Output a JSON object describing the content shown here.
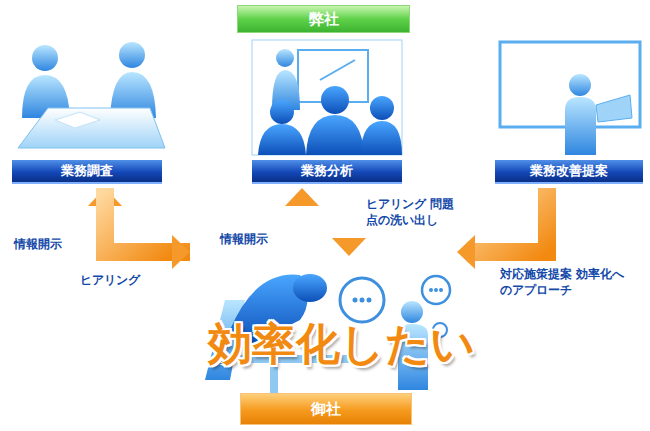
{
  "diagram": {
    "nodes": [
      {
        "text": [
          "弊社"
        ]
      },
      {
        "text": [
          "業務調査"
        ]
      },
      {
        "text": [
          "業務分析"
        ]
      },
      {
        "text": [
          "業務改善提案"
        ]
      },
      {
        "text": [
          "御社"
        ]
      }
    ],
    "edges": [
      {
        "from": 4,
        "to": 1,
        "arrow": "to",
        "label": "情報開示"
      },
      {
        "from": 1,
        "to": 4,
        "arrow": "to",
        "label": "ヒアリング"
      },
      {
        "from": 4,
        "to": 2,
        "arrow": "to",
        "label": "情報開示"
      },
      {
        "from": 2,
        "to": 4,
        "arrow": "to",
        "label": "ヒアリング 問題点の洗い出し"
      },
      {
        "from": 3,
        "to": 4,
        "arrow": "to",
        "label": "対応施策提案 効率化へのアプローチ"
      }
    ],
    "labels": [
      "効率化したい"
    ]
  }
}
